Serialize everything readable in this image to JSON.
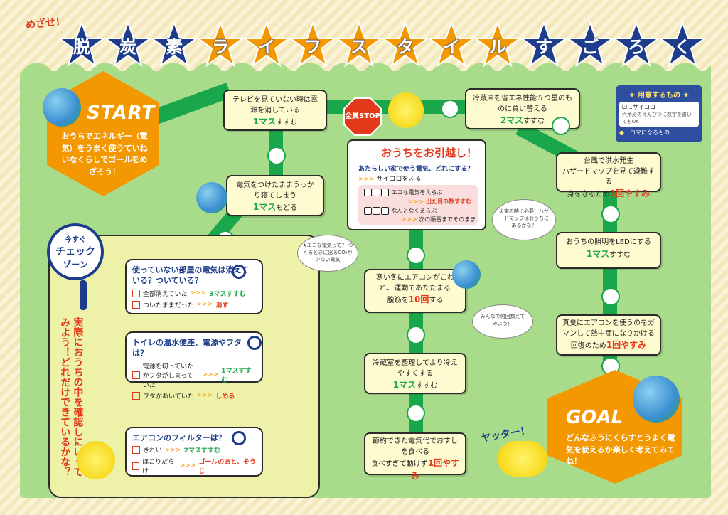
{
  "header": {
    "meza": "めざせ！",
    "title_chars": [
      "脱",
      "炭",
      "素",
      "ラ",
      "イ",
      "フ",
      "ス",
      "タ",
      "イ",
      "ル",
      "す",
      "ご",
      "ろ",
      "く"
    ],
    "title_colors": [
      "#1d3d8c",
      "#1d3d8c",
      "#1d3d8c",
      "#f39800",
      "#f39800",
      "#f39800",
      "#f39800",
      "#f39800",
      "#f39800",
      "#f39800",
      "#1d3d8c",
      "#1d3d8c",
      "#1d3d8c",
      "#1d3d8c"
    ]
  },
  "start": {
    "title": "START",
    "text": "おうちでエネルギー（電気）をうまく使うていねいなくらしでゴールをめざそう！"
  },
  "goal": {
    "title": "GOAL",
    "text": "どんなふうにくらすとうまく電気を使えるか楽しく考えてみてね！"
  },
  "squares": {
    "tv": {
      "text": "テレビを見ていない時は電源を消している",
      "result": "1マス",
      "suffix": "すすむ"
    },
    "sleep": {
      "text": "電気をつけたままうっかり寝てしまう",
      "result": "1マス",
      "suffix": "もどる"
    },
    "fridge_upgrade": {
      "text": "冷蔵庫を省エネ性能５つ星のものに買い替える",
      "result": "2マス",
      "suffix": "すすむ"
    },
    "typhoon": {
      "text1": "台風で洪水発生",
      "text2": "ハザードマップを見て避難する",
      "prefix": "身を守るため",
      "result": "1回やすみ"
    },
    "led": {
      "text": "おうちの照明をLEDにする",
      "result": "1マス",
      "suffix": "すすむ"
    },
    "summer": {
      "text": "真夏にエアコンを使うのをガマンして熱中症になりかける",
      "prefix": "回復のため",
      "result": "1回やすみ"
    },
    "winter": {
      "text": "寒い冬にエアコンがこわれ、運動であたたまる",
      "prefix": "腹筋を",
      "result": "10回",
      "suffix": "する"
    },
    "fridge_tidy": {
      "text": "冷蔵室を整理してより冷えやすくする",
      "result": "1マス",
      "suffix": "すすむ"
    },
    "season": {
      "text": "節約できた電気代でおすしを食べる",
      "prefix": "食べすぎて動けず",
      "result": "1回やすみ"
    }
  },
  "move": {
    "stop": "全員STOP",
    "title": "おうちをお引越し！",
    "question": "あたらしい家で使う電気、どれにする？",
    "step": "サイコロをふる",
    "opt1": "エコな電気をえらぶ",
    "opt1_result": "出た目の数すすむ",
    "opt2": "なんとなくえらぶ",
    "opt2_result": "次の順番までそのまま",
    "arrows": ">>>"
  },
  "prep": {
    "title": "用意するもの",
    "item1": "…サイコロ",
    "item1_note": "六角形のえんぴつに数字を書いてもOK",
    "item2": "…コマになるもの"
  },
  "check": {
    "label_top": "今すぐ",
    "label_mid": "チェック",
    "label_bot": "ゾーン",
    "vertical": "実際におうちの中を確認しにいってみよう！どれだけできているかな？",
    "q1": {
      "q": "使っていない部屋の電気は消えている？ついている？",
      "a1": "全部消えていた",
      "a1r": "3マスすすむ",
      "a2": "ついたままだった",
      "a2r": "消す"
    },
    "q2": {
      "q": "トイレの温水便座、電源やフタは？",
      "a1": "電源を切っていたかフタがしまっていた",
      "a1r": "1マスすすむ",
      "a2": "フタがあいていた",
      "a2r": "しめる"
    },
    "q3": {
      "q": "エアコンのフィルターは？",
      "a1": "きれい",
      "a1r": "2マスすすむ",
      "a2": "ほこりだらけ",
      "a2r": "ゴールのあと、そうじ"
    }
  },
  "bubbles": {
    "b1": "★エコな電気って？ つくるときに出るCO₂が少ない電気",
    "b2": "災害の時に必要！ハザードマップはおうちにあるかな？",
    "b3": "みんなで何回数えてみよう！"
  },
  "yattaa": "ヤッター！",
  "colors": {
    "green": "#1aa64a",
    "red": "#e2391b",
    "orange": "#f39800",
    "navy": "#1d3d8c",
    "cream": "#fffbd0"
  }
}
